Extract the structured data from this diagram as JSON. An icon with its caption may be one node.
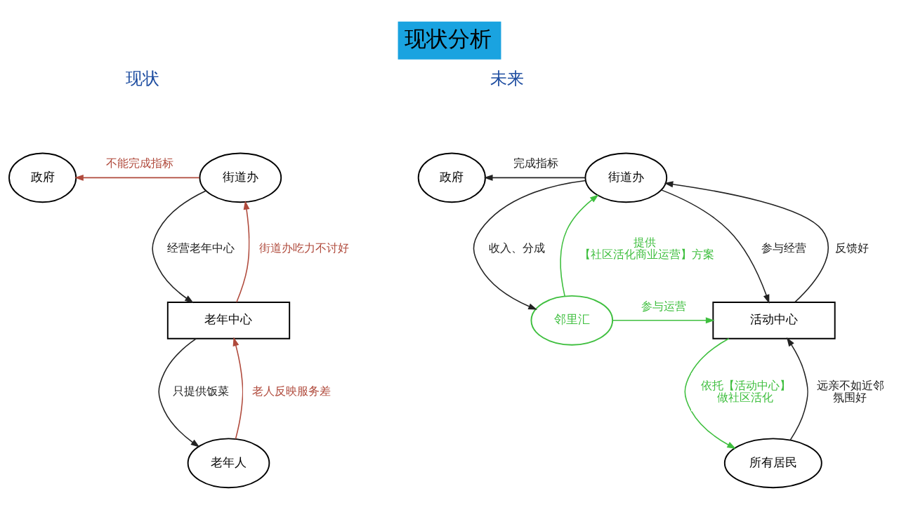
{
  "diagram": {
    "title": "现状分析",
    "nodes": [
      {
        "text": [
          "政府"
        ]
      },
      {
        "text": [
          "街道办"
        ]
      },
      {
        "text": [
          "老年中心"
        ]
      },
      {
        "text": [
          "老年人"
        ]
      },
      {
        "text": [
          "政府"
        ]
      },
      {
        "text": [
          "街道办"
        ]
      },
      {
        "text": [
          "邻里汇"
        ]
      },
      {
        "text": [
          "活动中心"
        ]
      },
      {
        "text": [
          "所有居民"
        ]
      }
    ],
    "edges": [
      {
        "from": 1,
        "to": 0,
        "arrow": "to",
        "label": "不能完成指标",
        "color": "#b04a3c"
      },
      {
        "from": 1,
        "to": 2,
        "arrow": "to",
        "label": "经营老年中心"
      },
      {
        "from": 2,
        "to": 1,
        "arrow": "to",
        "label": "街道办吃力不讨好",
        "color": "#b04a3c"
      },
      {
        "from": 2,
        "to": 3,
        "arrow": "to",
        "label": "只提供饭菜"
      },
      {
        "from": 3,
        "to": 2,
        "arrow": "to",
        "label": "老人反映服务差",
        "color": "#b04a3c"
      },
      {
        "from": 5,
        "to": 4,
        "arrow": "to",
        "label": "完成指标"
      },
      {
        "from": 6,
        "to": 5,
        "arrow": "to",
        "label": "提供【社区活化商业运营】方案",
        "color": "#3fbf3f"
      },
      {
        "from": 5,
        "to": 6,
        "arrow": "to",
        "label": "收入、分成"
      },
      {
        "from": 5,
        "to": 7,
        "arrow": "to",
        "label": "参与经营"
      },
      {
        "from": 7,
        "to": 5,
        "arrow": "to",
        "label": "反馈好"
      },
      {
        "from": 6,
        "to": 7,
        "arrow": "to",
        "label": "参与运营",
        "color": "#3fbf3f"
      },
      {
        "from": 7,
        "to": 8,
        "arrow": "to",
        "label": "依托【活动中心】做社区活化",
        "color": "#3fbf3f"
      },
      {
        "from": 8,
        "to": 7,
        "arrow": "to",
        "label": "远亲不如近邻氛围好"
      }
    ],
    "labels": [
      "现状",
      "未来"
    ]
  }
}
